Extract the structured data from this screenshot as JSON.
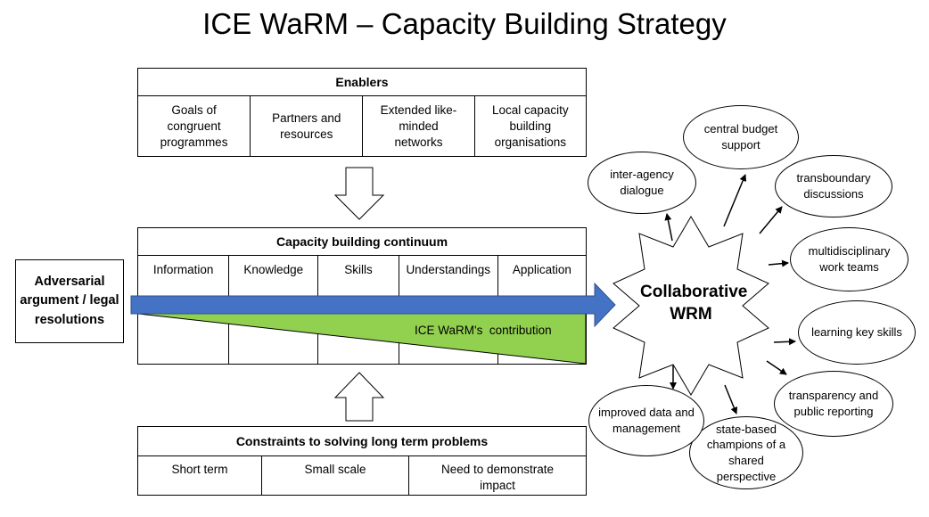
{
  "title": "ICE WaRM – Capacity Building Strategy",
  "enablers": {
    "header": "Enablers",
    "items": [
      "Goals of congruent programmes",
      "Partners and resources",
      "Extended like-minded networks",
      "Local capacity building organisations"
    ]
  },
  "continuum": {
    "header": "Capacity building continuum",
    "items": [
      "Information",
      "Knowledge",
      "Skills",
      "Understandings",
      "Application"
    ],
    "contribution_label": "ICE WaRM's  contribution"
  },
  "constraints": {
    "header": "Constraints to solving long term problems",
    "items": [
      "Short term",
      "Small scale",
      "Need to demonstrate impact"
    ]
  },
  "adversarial": "Adversarial argument / legal resolutions",
  "center": "Collaborative WRM",
  "outcomes": [
    "inter-agency dialogue",
    "central budget support",
    "transboundary discussions",
    "multidisciplinary work teams",
    "learning key skills",
    "transparency and public reporting",
    "state-based champions of a shared perspective",
    "improved data and management"
  ],
  "colors": {
    "arrow_blue": "#4472C4",
    "contribution_green": "#92D050"
  }
}
